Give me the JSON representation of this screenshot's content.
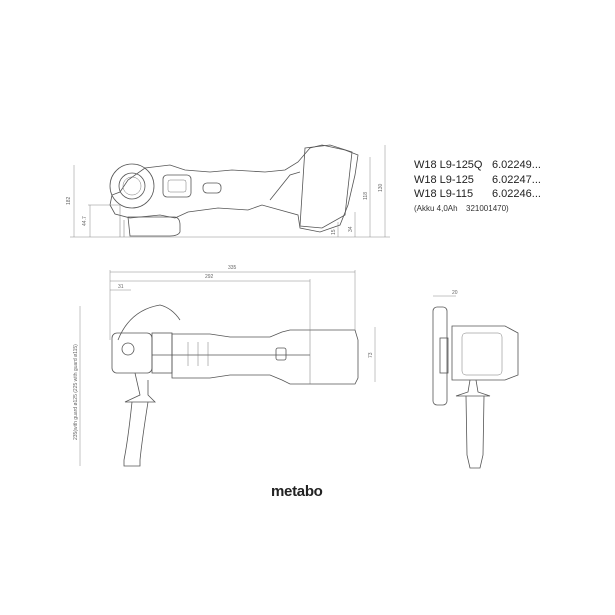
{
  "models": [
    {
      "name": "W18 L9-125Q",
      "number": "6.02249..."
    },
    {
      "name": "W18 L9-125",
      "number": "6.02247..."
    },
    {
      "name": "W18 L9-115",
      "number": "6.02246..."
    }
  ],
  "battery": {
    "label": "(Akku 4,0Ah",
    "number": "321001470)"
  },
  "brand": "metabo",
  "side_view": {
    "dims": {
      "height_total": "182",
      "spindle_height": "44.7",
      "battery_118": "118",
      "battery_130": "130",
      "d15": "15",
      "d34": "34"
    }
  },
  "top_view": {
    "dims": {
      "length_total": "335",
      "length_292": "292",
      "d31": "31",
      "width_73": "73",
      "handle": "235(with guard ø125  (225 with guard ø115)"
    }
  },
  "front_view": {
    "dims": {
      "d20": "20"
    }
  }
}
